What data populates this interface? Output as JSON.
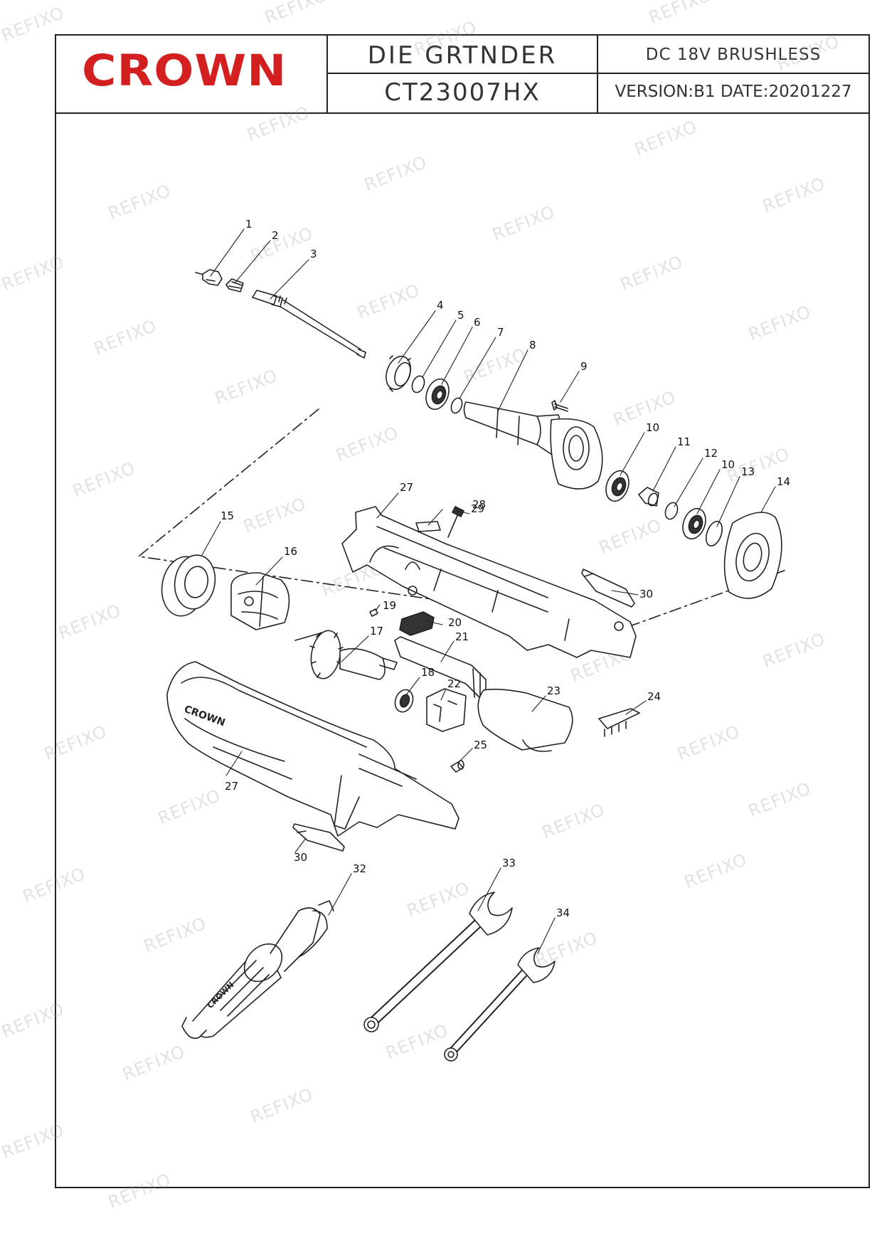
{
  "title_block": {
    "brand": "CROWN",
    "product_name": "DIE GRTNDER",
    "model": "CT23007HX",
    "spec": "DC 18V BRUSHLESS",
    "version_date": "VERSION:B1 DATE:20201227"
  },
  "watermark_text": "REFIXO",
  "callouts": [
    "1",
    "2",
    "3",
    "4",
    "5",
    "6",
    "7",
    "8",
    "9",
    "10",
    "11",
    "12",
    "10",
    "13",
    "14",
    "15",
    "16",
    "27",
    "28",
    "29",
    "30",
    "19",
    "20",
    "21",
    "17",
    "18",
    "22",
    "23",
    "24",
    "25",
    "27",
    "30",
    "32",
    "33",
    "34"
  ],
  "handle_brand": "CROWN",
  "colors": {
    "brand_red": "#d31f1f",
    "line": "#222222"
  }
}
